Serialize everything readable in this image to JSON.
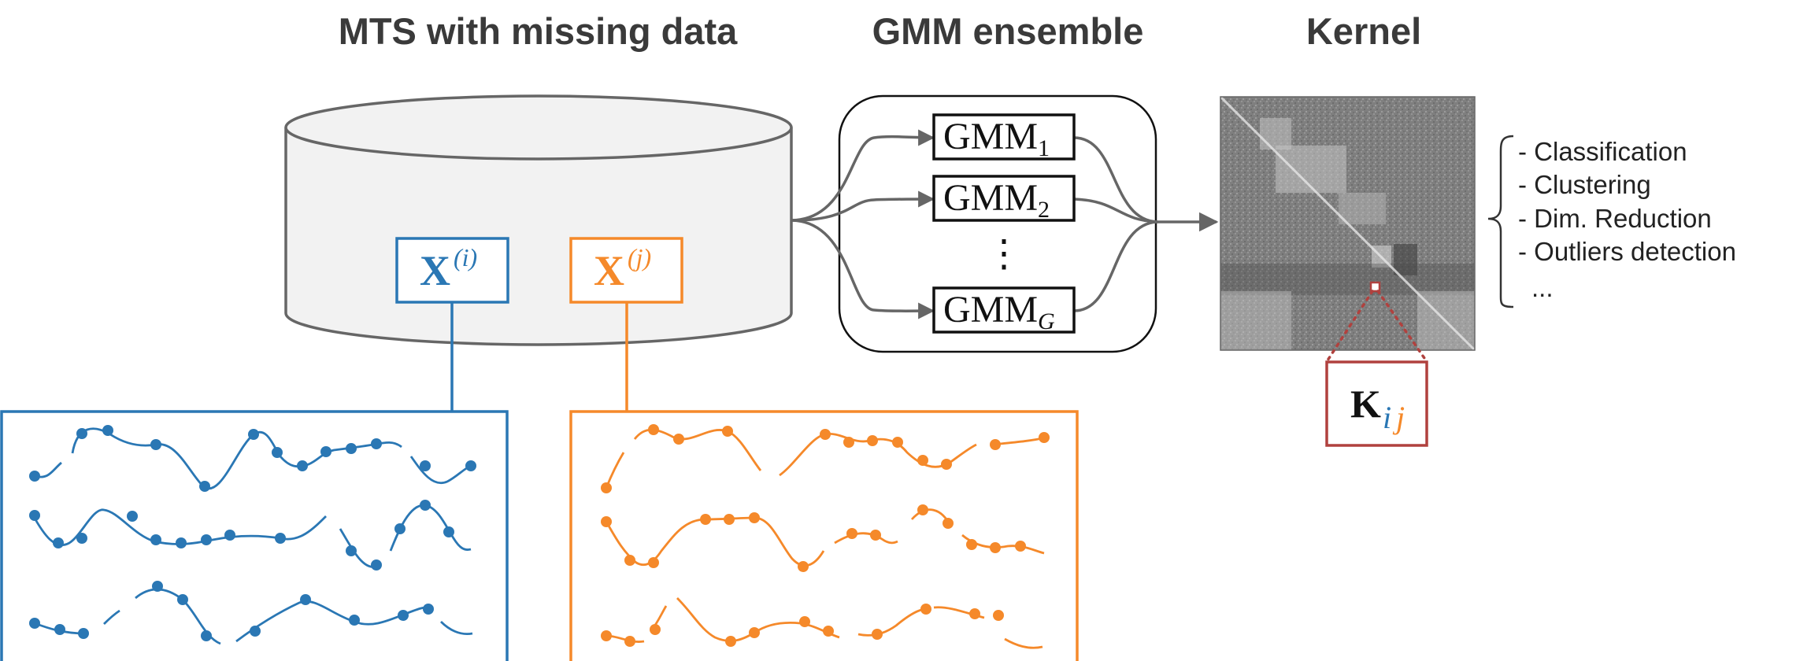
{
  "headers": {
    "mts": "MTS with missing data",
    "ensemble": "GMM ensemble",
    "kernel": "Kernel"
  },
  "gmm": {
    "base": "GMM",
    "subs": [
      "1",
      "2",
      "G"
    ],
    "ellipsis": "⋮"
  },
  "samples": {
    "i": {
      "symbol": "X",
      "index": "(i)"
    },
    "j": {
      "symbol": "X",
      "index": "(j)"
    }
  },
  "kernel_entry": {
    "symbol": "K",
    "i": "i",
    "j": "j"
  },
  "tasks": [
    "- Classification",
    "- Clustering",
    "- Dim. Reduction",
    "- Outliers detection",
    "..."
  ],
  "colors": {
    "blue": "#2a77b4",
    "orange": "#f5892a",
    "red": "#b0413e",
    "gray_line": "#666666",
    "cylinder": "#f2f2f2"
  }
}
